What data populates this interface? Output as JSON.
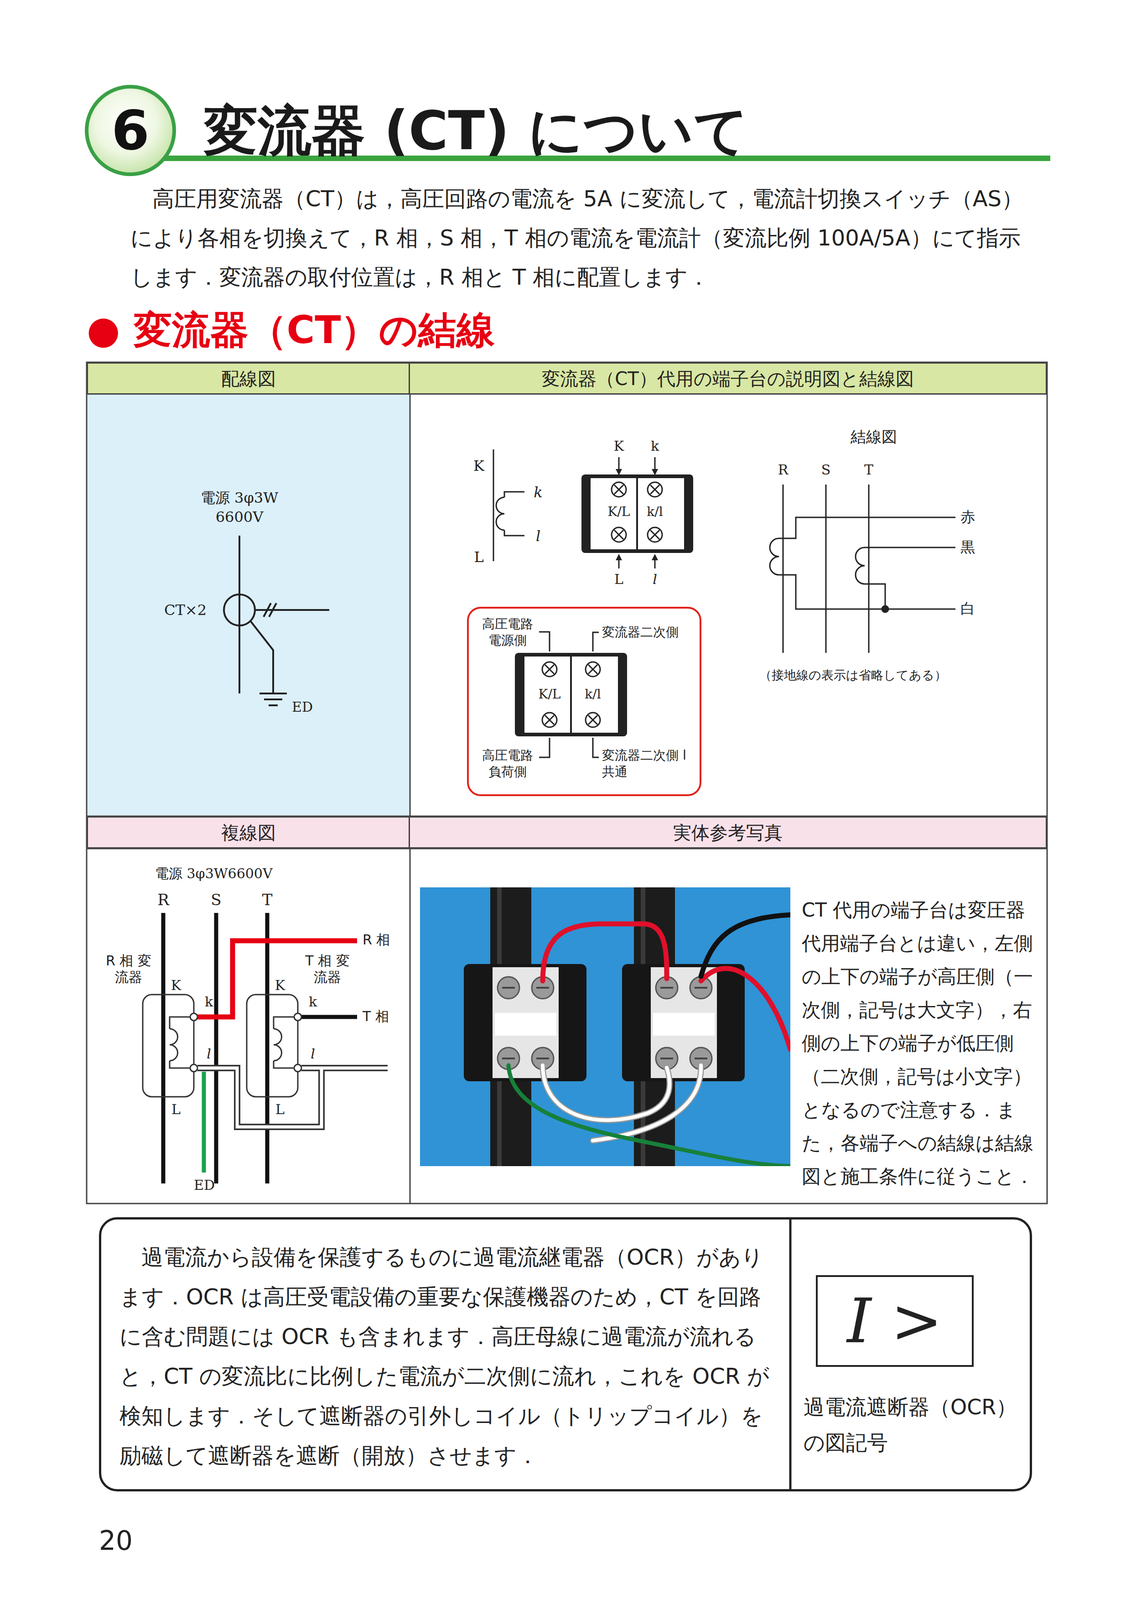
{
  "diagram": {
    "title": "変流器 (CT) について",
    "nodes": [
      {
        "text": [
          "6"
        ]
      },
      {
        "text": [
          "配線図"
        ]
      },
      {
        "text": [
          "変流器（CT）代用の端子台の説明図と結線図"
        ]
      },
      {
        "text": [
          "K/L",
          "k/l"
        ]
      },
      {
        "text": [
          "高圧電路 電源側",
          "変流器二次側",
          "高圧電路 負荷側",
          "変流器二次側 l 共通"
        ]
      },
      {
        "text": [
          "K/L",
          "k/l"
        ],
        "in": 4
      },
      {
        "text": [
          "複線図"
        ]
      },
      {
        "text": [
          "実体参考写真"
        ]
      },
      {
        "text": [
          "過電流から設備を保護するものに過電流継電器（OCR）があります．OCR は高圧受電設備の重要な保護機器のため，CT を回路に含む問題には OCR も含まれます．高圧母線に過電流が流れると，CT の変流比に比例した電流が二次側に流れ，これを OCR が検知します．そして遮断器の引外しコイル（トリップコイル）を励磁して遮断器を遮断（開放）させます．"
        ]
      },
      {
        "text": [
          "I >",
          "過電流遮断器（OCR）の図記号"
        ],
        "in": 8
      }
    ],
    "labels": [
      "高圧用変流器（CT）は，高圧回路の電流を 5A に変流して，電流計切換スイッチ（AS）により各相を切換えて，R 相，S 相，T 相の電流を電流計（変流比例 100A/5A）にて指示します．変流器の取付位置は，R 相と T 相に配置します．",
      "● 変流器（CT）の結線",
      "電源 3φ3W 6600V",
      "CT×2",
      "ED",
      "K",
      "k",
      "l",
      "L",
      "K",
      "k",
      "L",
      "l",
      "結線図",
      "R",
      "S",
      "T",
      "赤",
      "黒",
      "白",
      "（接地線の表示は省略してある）",
      "電源 3φ3W6600V",
      "R",
      "S",
      "T",
      "R 相 変流器",
      "K",
      "k",
      "l",
      "L",
      "T 相 変流器",
      "K",
      "k",
      "l",
      "L",
      "R 相",
      "T 相",
      "ED",
      "CT 代用の端子台は変圧器代用端子台とは違い，左側の上下の端子が高圧側（一次側，記号は大文字），右側の上下の端子が低圧側（二次側，記号は小文字）となるので注意する．また，各端子への結線は結線図と施工条件に従うこと．",
      "20"
    ]
  }
}
